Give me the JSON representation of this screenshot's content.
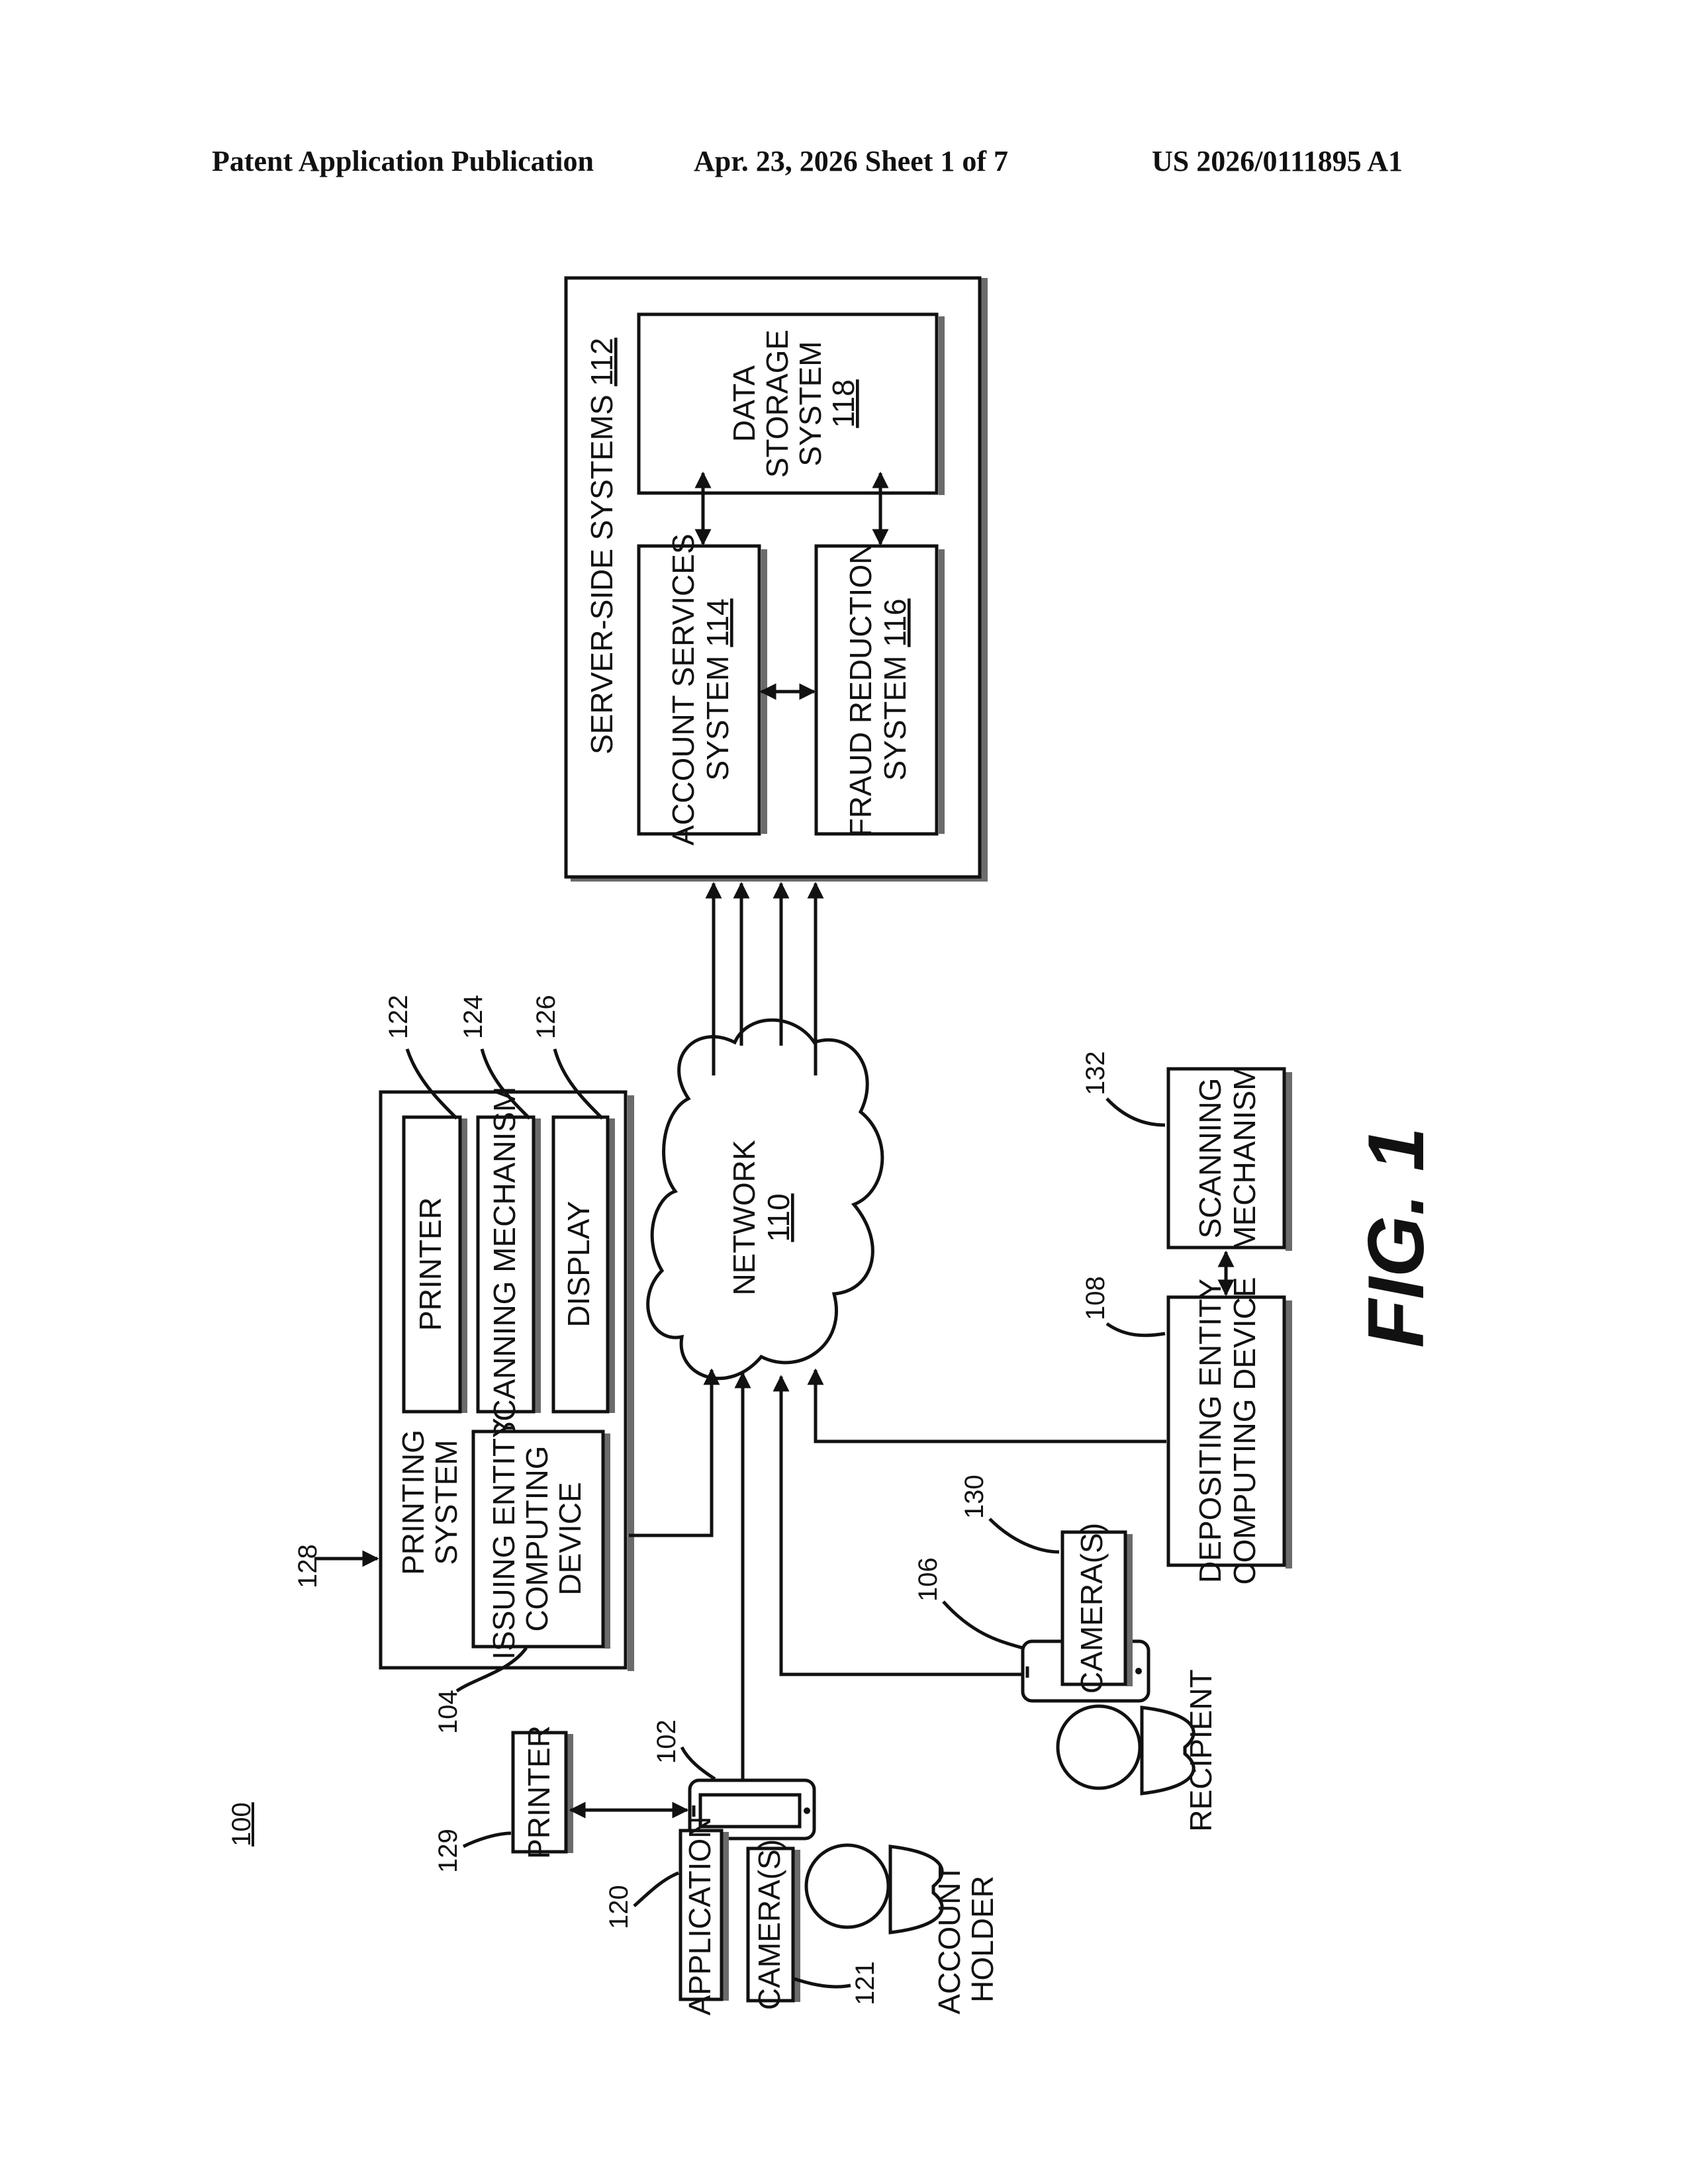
{
  "header": {
    "left": "Patent Application Publication",
    "center": "Apr. 23, 2026  Sheet 1 of 7",
    "right": "US 2026/0111895 A1"
  },
  "figure": {
    "label": "FIG. 1",
    "system_ref": "100",
    "server": {
      "title": "SERVER-SIDE SYSTEMS",
      "title_ref": "112",
      "account_services": {
        "line1": "ACCOUNT SERVICES",
        "line2": "SYSTEM",
        "ref": "114"
      },
      "fraud_reduction": {
        "line1": "FRAUD REDUCTION",
        "line2": "SYSTEM",
        "ref": "116"
      },
      "data_storage": {
        "line1": "DATA",
        "line2": "STORAGE",
        "line3": "SYSTEM",
        "ref": "118"
      }
    },
    "network": {
      "label": "NETWORK",
      "ref": "110"
    },
    "printing_system": {
      "title_line1": "PRINTING",
      "title_line2": "SYSTEM",
      "ref": "128",
      "printer": "PRINTER",
      "printer_ref": "122",
      "scanning": "SCANNING MECHANISM",
      "scanning_ref": "124",
      "display": "DISPLAY",
      "display_ref": "126",
      "issuing_line1": "ISSUING ENTITY",
      "issuing_line2": "COMPUTING",
      "issuing_line3": "DEVICE",
      "issuing_ref": "104"
    },
    "printer_129": {
      "label": "PRINTER",
      "ref": "129"
    },
    "account_holder": {
      "device_ref": "102",
      "application": "APPLICATION",
      "application_ref": "120",
      "cameras": "CAMERA(S)",
      "cameras_ref": "121",
      "line1": "ACCOUNT",
      "line2": "HOLDER"
    },
    "recipient": {
      "device_ref": "106",
      "cameras": "CAMERA(S)",
      "cameras_ref": "130",
      "label": "RECIPIENT"
    },
    "depositing": {
      "line1": "DEPOSITING ENTITY",
      "line2": "COMPUTING DEVICE",
      "ref": "108",
      "scanning_line1": "SCANNING",
      "scanning_line2": "MECHANISM",
      "scanning_ref": "132"
    }
  }
}
